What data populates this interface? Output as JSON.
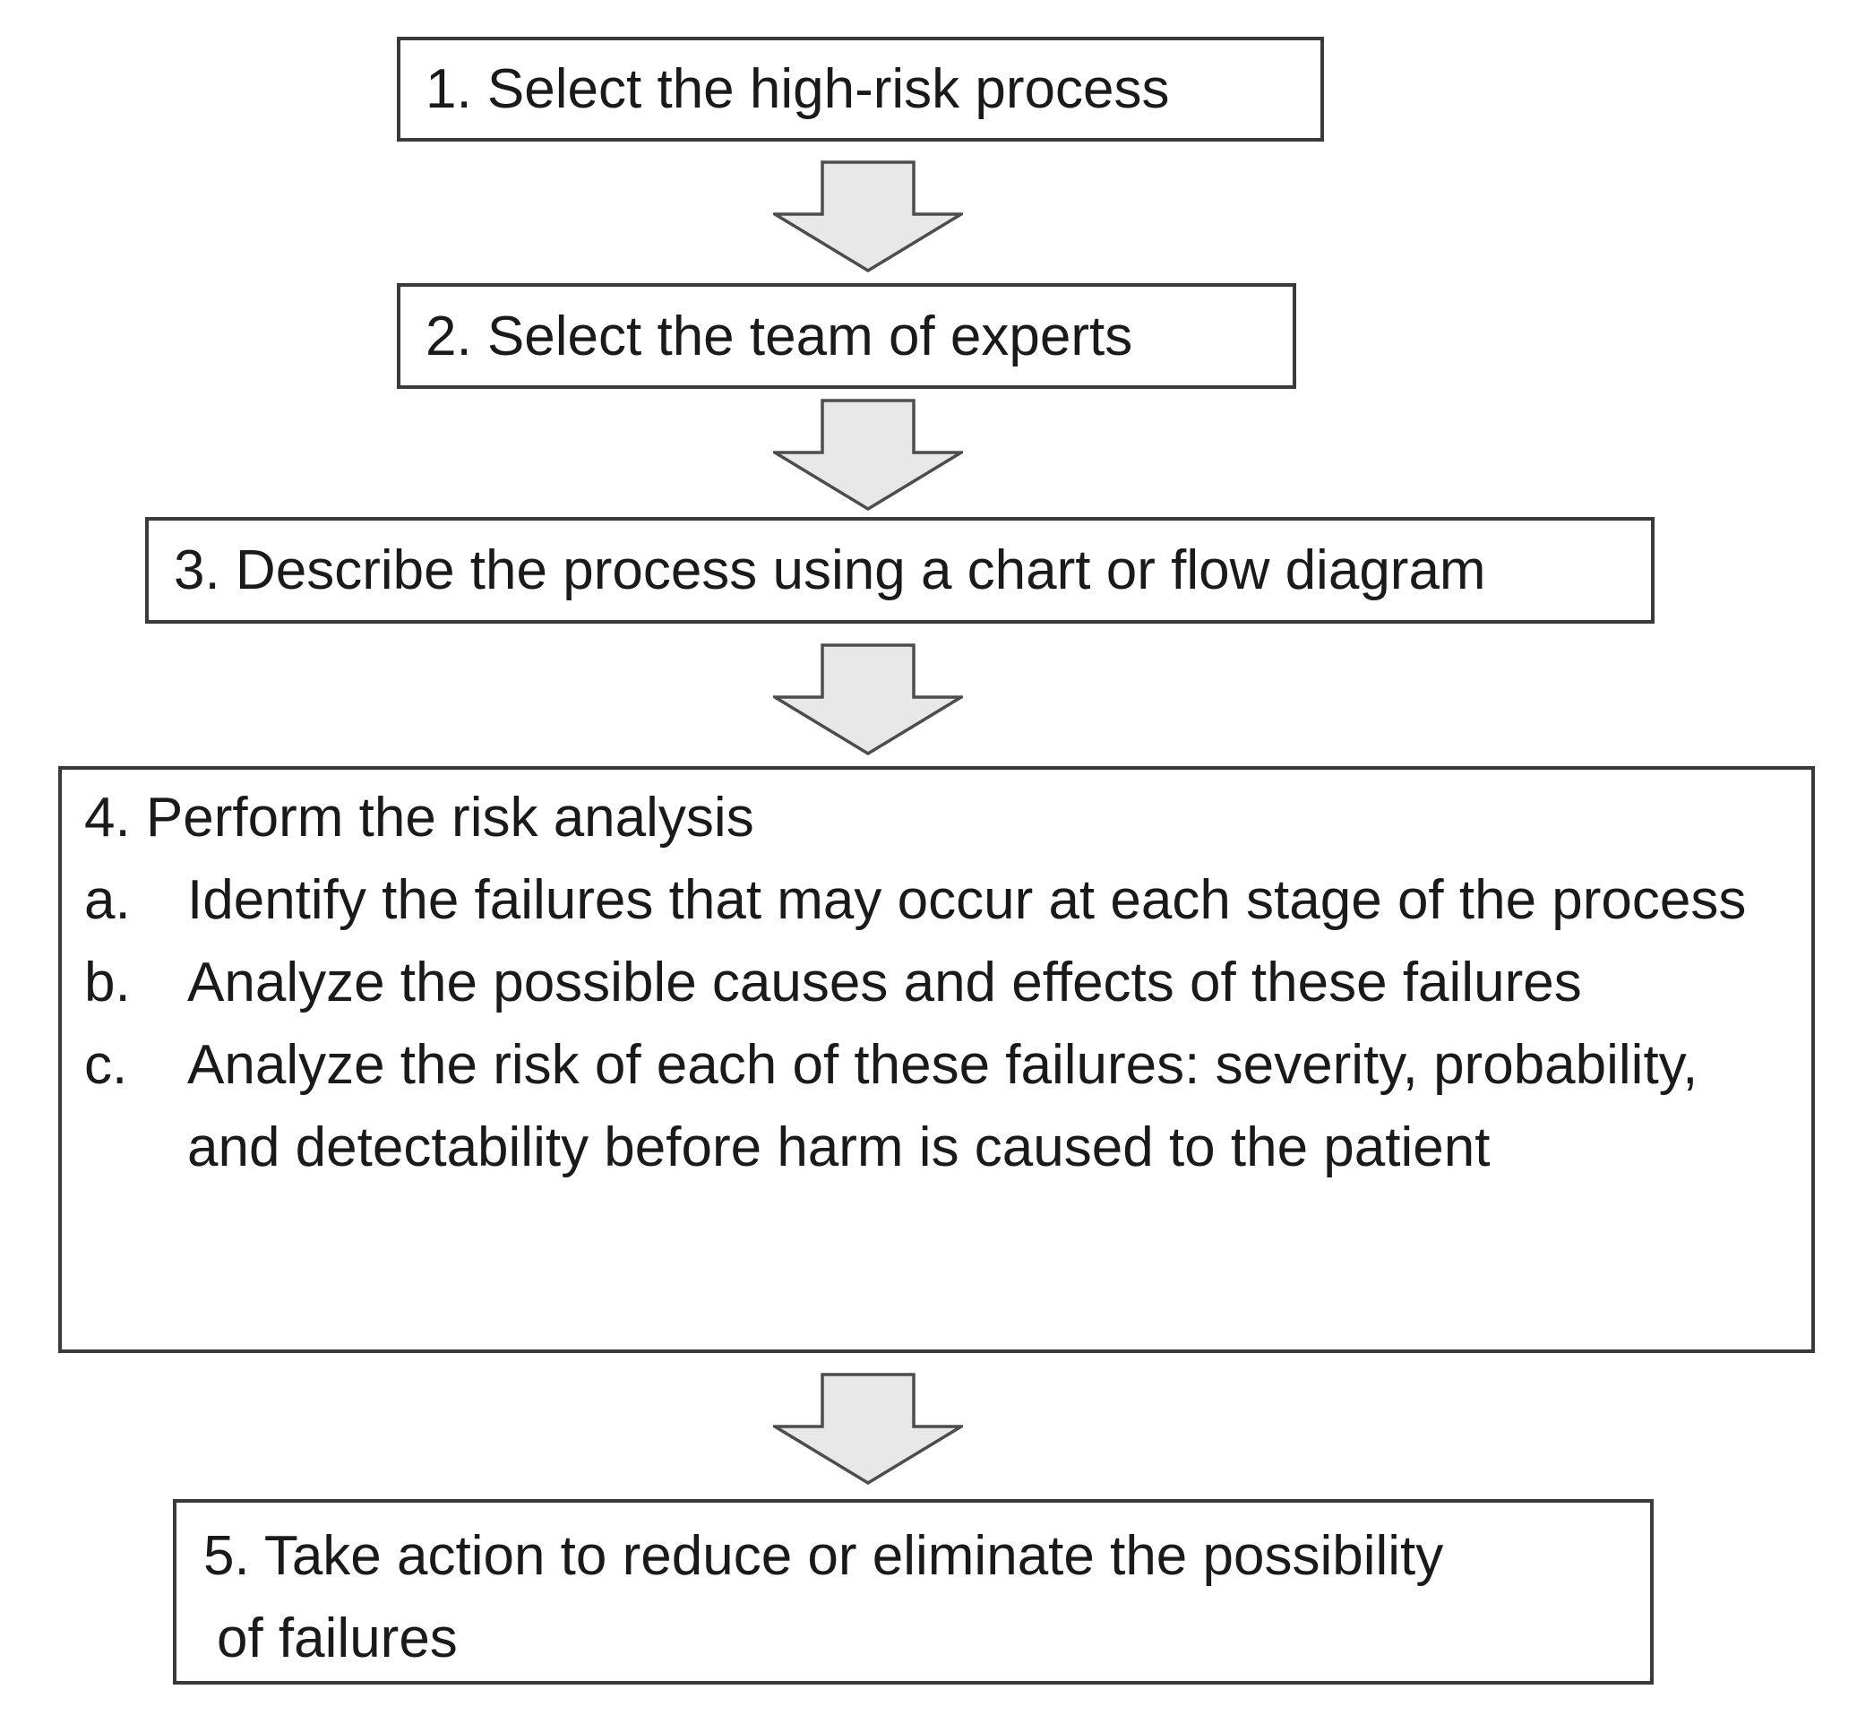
{
  "diagram": {
    "colors": {
      "background": "#ffffff",
      "box-border": "#3a3a3a",
      "text-color": "#1a1a1a",
      "arrow-fill": "#e8e8e8",
      "arrow-stroke": "#4d4d4d"
    },
    "steps": [
      {
        "label": "1. Select the high-risk process"
      },
      {
        "label": "2. Select the team of experts"
      },
      {
        "label": "3. Describe the process using a chart or flow diagram"
      },
      {
        "title": "4. Perform the risk analysis",
        "items": [
          {
            "marker": "a.",
            "text": "Identify the failures that may occur at each stage of the process"
          },
          {
            "marker": "b.",
            "text": "Analyze the possible causes and effects of these failures"
          },
          {
            "marker": "c.",
            "text": "Analyze the risk of each of these failures: severity, probability, and detectability before harm is caused to the patient"
          }
        ]
      },
      {
        "lines": [
          "5. Take action to reduce or eliminate the possibility",
          "of failures"
        ]
      }
    ]
  }
}
